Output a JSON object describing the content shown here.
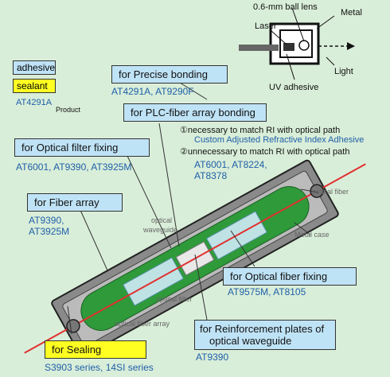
{
  "legend": {
    "adhesive": "adhesive",
    "sealant": "sealant",
    "product_code": "AT4291A",
    "product_word": "Product"
  },
  "top_diagram": {
    "ball_lens": "0.6-mm ball lens",
    "metal": "Metal",
    "laser": "Laser",
    "light": "Light",
    "uv_adhesive": "UV adhesive"
  },
  "callouts": {
    "precise_bonding": {
      "title": "for Precise bonding",
      "products": "AT4291A, AT9290F"
    },
    "plc_bonding": {
      "title": "for PLC-fiber array bonding",
      "note1": "①necessary  to match RI with optical path",
      "note1_detail": "Custom Adjusted Refractive Index Adhesive",
      "note2": "②unnecessary  to match RI with optical path",
      "products_line1": "AT6001, AT8224,",
      "products_line2": "AT8378"
    },
    "optical_filter": {
      "title": "for Optical filter fixing",
      "products": "AT6001, AT9390, AT3925M"
    },
    "fiber_array": {
      "title": "for Fiber array",
      "products_line1": "AT9390,",
      "products_line2": "AT3925M"
    },
    "optical_fiber_fixing": {
      "title": "for  Optical fiber fixing",
      "products": "AT9575M, AT8105"
    },
    "reinforcement": {
      "title_line1": "for Reinforcement plates of",
      "title_line2": "optical waveguide",
      "products": "AT9390"
    },
    "sealing": {
      "title": "for Sealing",
      "products": "S3903 series, 14SI series"
    }
  },
  "part_labels": {
    "optical_fiber": "optical fiber",
    "metal_case": "Metal case",
    "optical_waveguide_line1": "optical",
    "optical_waveguide_line2": "waveguide",
    "optical_filter": "optical filter",
    "optical_fiber_array": "optical fiber array"
  },
  "colors": {
    "background": "#d9eed9",
    "callout": "#bfe3f6",
    "sealant": "#ffff22",
    "product_text": "#1f5fa8",
    "inner_green": "#2e9a3a",
    "case_gray": "#8a8a8a",
    "fiber_red": "#e03030"
  }
}
